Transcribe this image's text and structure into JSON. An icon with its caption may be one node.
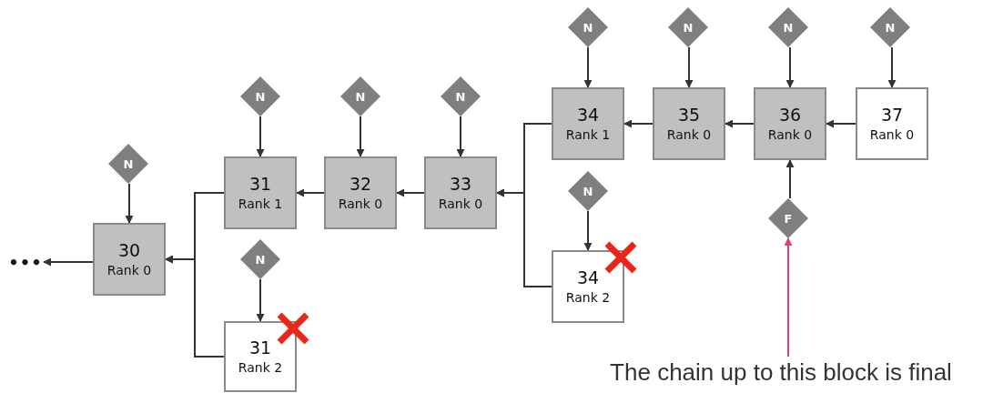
{
  "diagram": {
    "nodes": [
      {
        "text": [
          "•••"
        ]
      },
      {
        "text": [
          "N"
        ]
      },
      {
        "text": [
          "30",
          "Rank 0"
        ]
      },
      {
        "text": [
          "N"
        ]
      },
      {
        "text": [
          "31",
          "Rank 1"
        ]
      },
      {
        "text": [
          "N"
        ]
      },
      {
        "text": [
          "31",
          "Rank 2"
        ]
      },
      {
        "text": [
          "N"
        ]
      },
      {
        "text": [
          "32",
          "Rank 0"
        ]
      },
      {
        "text": [
          "N"
        ]
      },
      {
        "text": [
          "33",
          "Rank 0"
        ]
      },
      {
        "text": [
          "N"
        ]
      },
      {
        "text": [
          "34",
          "Rank 1"
        ]
      },
      {
        "text": [
          "N"
        ]
      },
      {
        "text": [
          "34",
          "Rank 2"
        ]
      },
      {
        "text": [
          "N"
        ]
      },
      {
        "text": [
          "35",
          "Rank 0"
        ]
      },
      {
        "text": [
          "N"
        ]
      },
      {
        "text": [
          "36",
          "Rank 0"
        ]
      },
      {
        "text": [
          "F"
        ]
      },
      {
        "text": [
          "N"
        ]
      },
      {
        "text": [
          "37",
          "Rank 0"
        ]
      },
      {
        "text": [
          "The chain up to this block is final"
        ]
      }
    ],
    "edges": [
      {
        "from": 2,
        "to": 0,
        "arrow": "to"
      },
      {
        "from": 1,
        "to": 2,
        "arrow": "to"
      },
      {
        "from": 4,
        "to": 2,
        "arrow": "to"
      },
      {
        "from": 6,
        "to": 2,
        "arrow": "to"
      },
      {
        "from": 3,
        "to": 4,
        "arrow": "to"
      },
      {
        "from": 5,
        "to": 6,
        "arrow": "to"
      },
      {
        "from": 8,
        "to": 4,
        "arrow": "to"
      },
      {
        "from": 7,
        "to": 8,
        "arrow": "to"
      },
      {
        "from": 10,
        "to": 8,
        "arrow": "to"
      },
      {
        "from": 9,
        "to": 10,
        "arrow": "to"
      },
      {
        "from": 12,
        "to": 10,
        "arrow": "to"
      },
      {
        "from": 14,
        "to": 10,
        "arrow": "to"
      },
      {
        "from": 11,
        "to": 12,
        "arrow": "to"
      },
      {
        "from": 13,
        "to": 14,
        "arrow": "to"
      },
      {
        "from": 16,
        "to": 12,
        "arrow": "to"
      },
      {
        "from": 15,
        "to": 16,
        "arrow": "to"
      },
      {
        "from": 18,
        "to": 16,
        "arrow": "to"
      },
      {
        "from": 17,
        "to": 18,
        "arrow": "to"
      },
      {
        "from": 19,
        "to": 18,
        "arrow": "to"
      },
      {
        "from": 21,
        "to": 18,
        "arrow": "to"
      },
      {
        "from": 20,
        "to": 21,
        "arrow": "to"
      },
      {
        "from": 22,
        "to": 19,
        "arrow": "to",
        "color": "#e0407a"
      }
    ]
  }
}
